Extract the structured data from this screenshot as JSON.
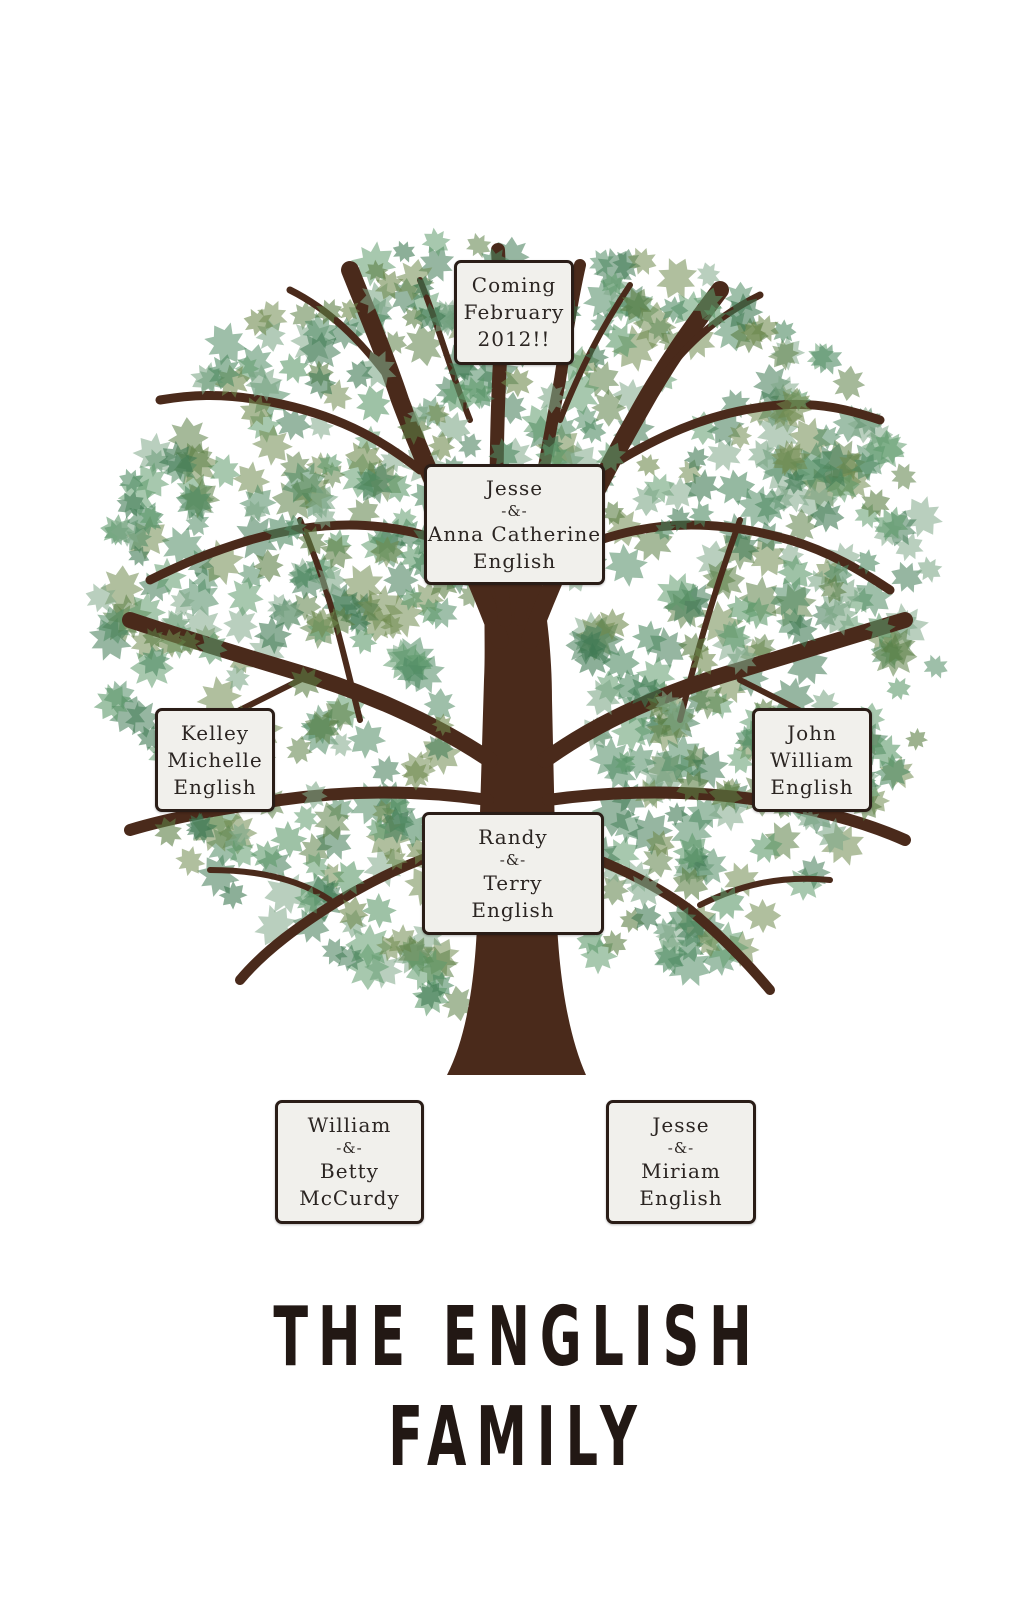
{
  "title": "THE ENGLISH FAMILY",
  "colors": {
    "trunk": "#4a2a1b",
    "leaf_dark": "#3f7a53",
    "leaf_mid": "#5e9a6b",
    "leaf_olive": "#6f8a4e",
    "card_bg": "#f1f0ec",
    "card_border": "#2a1d17",
    "title": "#221814"
  },
  "cards": {
    "coming": {
      "l1": "Coming",
      "l2": "February",
      "l3": "2012!!"
    },
    "jesse_anna": {
      "l1": "Jesse",
      "amp": "-&-",
      "l2": "Anna Catherine",
      "l3": "English"
    },
    "kelley": {
      "l1": "Kelley",
      "l2": "Michelle",
      "l3": "English"
    },
    "john": {
      "l1": "John",
      "l2": "William",
      "l3": "English"
    },
    "randy_terry": {
      "l1": "Randy",
      "amp": "-&-",
      "l2": "Terry",
      "l3": "English"
    },
    "william_betty": {
      "l1": "William",
      "amp": "-&-",
      "l2": "Betty",
      "l3": "McCurdy"
    },
    "jesse_miriam": {
      "l1": "Jesse",
      "amp": "-&-",
      "l2": "Miriam",
      "l3": "English"
    }
  }
}
